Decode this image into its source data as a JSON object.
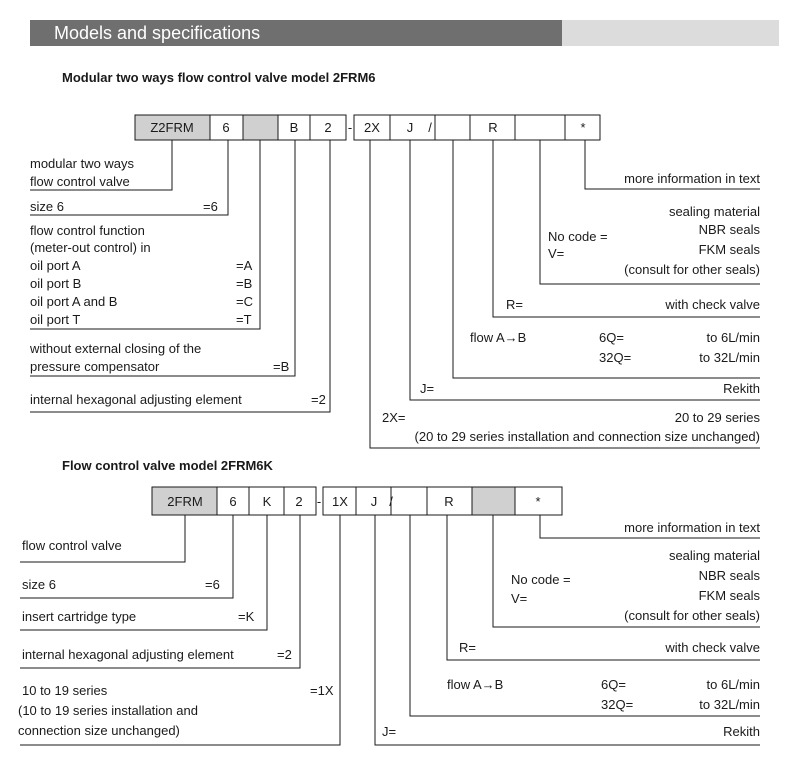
{
  "header": {
    "title": "Models and specifications"
  },
  "section1": {
    "title": "Modular two ways flow control valve model 2FRM6",
    "code_boxes": [
      "Z2FRM",
      "6",
      "",
      "B",
      "2",
      "2X",
      "J",
      "",
      "R",
      "",
      "*"
    ],
    "dash1": "-",
    "slash": "/",
    "left": {
      "l1a": "modular two ways",
      "l1b": "flow control valve",
      "size": "size 6",
      "size_code": "=6",
      "fc1": "flow control function",
      "fc2": "(meter-out control) in",
      "portA": "oil port A",
      "portA_c": "=A",
      "portB": "oil port B",
      "portB_c": "=B",
      "portAB": "oil port A and B",
      "portAB_c": "=C",
      "portT": "oil port T",
      "portT_c": "=T",
      "pc1": "without external closing of the",
      "pc2": "pressure compensator",
      "pc_code": "=B",
      "hex": "internal hexagonal adjusting element",
      "hex_code": "=2"
    },
    "right": {
      "more": "more information in text",
      "seal_title": "sealing material",
      "nocode": "No code =",
      "nbr": "NBR seals",
      "v": "V=",
      "fkm": "FKM seals",
      "consult": "(consult for other seals)",
      "r": "R=",
      "check": "with check valve",
      "flow": "flow A→B",
      "q6": "6Q=",
      "q6v": "to 6L/min",
      "q32": "32Q=",
      "q32v": "to 32L/min",
      "j": "J=",
      "rekith": "Rekith",
      "x2": "2X=",
      "series": "20 to 29 series",
      "series_note": "(20 to 29 series installation and connection size unchanged)"
    }
  },
  "section2": {
    "title": "Flow control valve model 2FRM6K",
    "code_boxes": [
      "2FRM",
      "6",
      "K",
      "2",
      "1X",
      "J",
      "",
      "R",
      "",
      "*"
    ],
    "dash1": "-",
    "slash": "/",
    "left": {
      "fcv": "flow control valve",
      "size": "size 6",
      "size_code": "=6",
      "ins": "insert cartridge type",
      "ins_code": "=K",
      "hex": "internal hexagonal adjusting element",
      "hex_code": "=2",
      "s1": "10 to 19 series",
      "s1_code": "=1X",
      "s2": "(10 to 19 series installation and",
      "s3": "connection size unchanged)"
    },
    "right": {
      "more": "more information in text",
      "seal_title": "sealing material",
      "nocode": "No code =",
      "nbr": "NBR seals",
      "v": "V=",
      "fkm": "FKM seals",
      "consult": "(consult for other seals)",
      "r": "R=",
      "check": "with check valve",
      "flow": "flow A→B",
      "q6": "6Q=",
      "q6v": "to 6L/min",
      "q32": "32Q=",
      "q32v": "to 32L/min",
      "j": "J=",
      "rekith": "Rekith"
    }
  },
  "colors": {
    "box_gray": "#d0d0d0",
    "line": "#1a1a1a",
    "banner": "#6f6f6f"
  }
}
